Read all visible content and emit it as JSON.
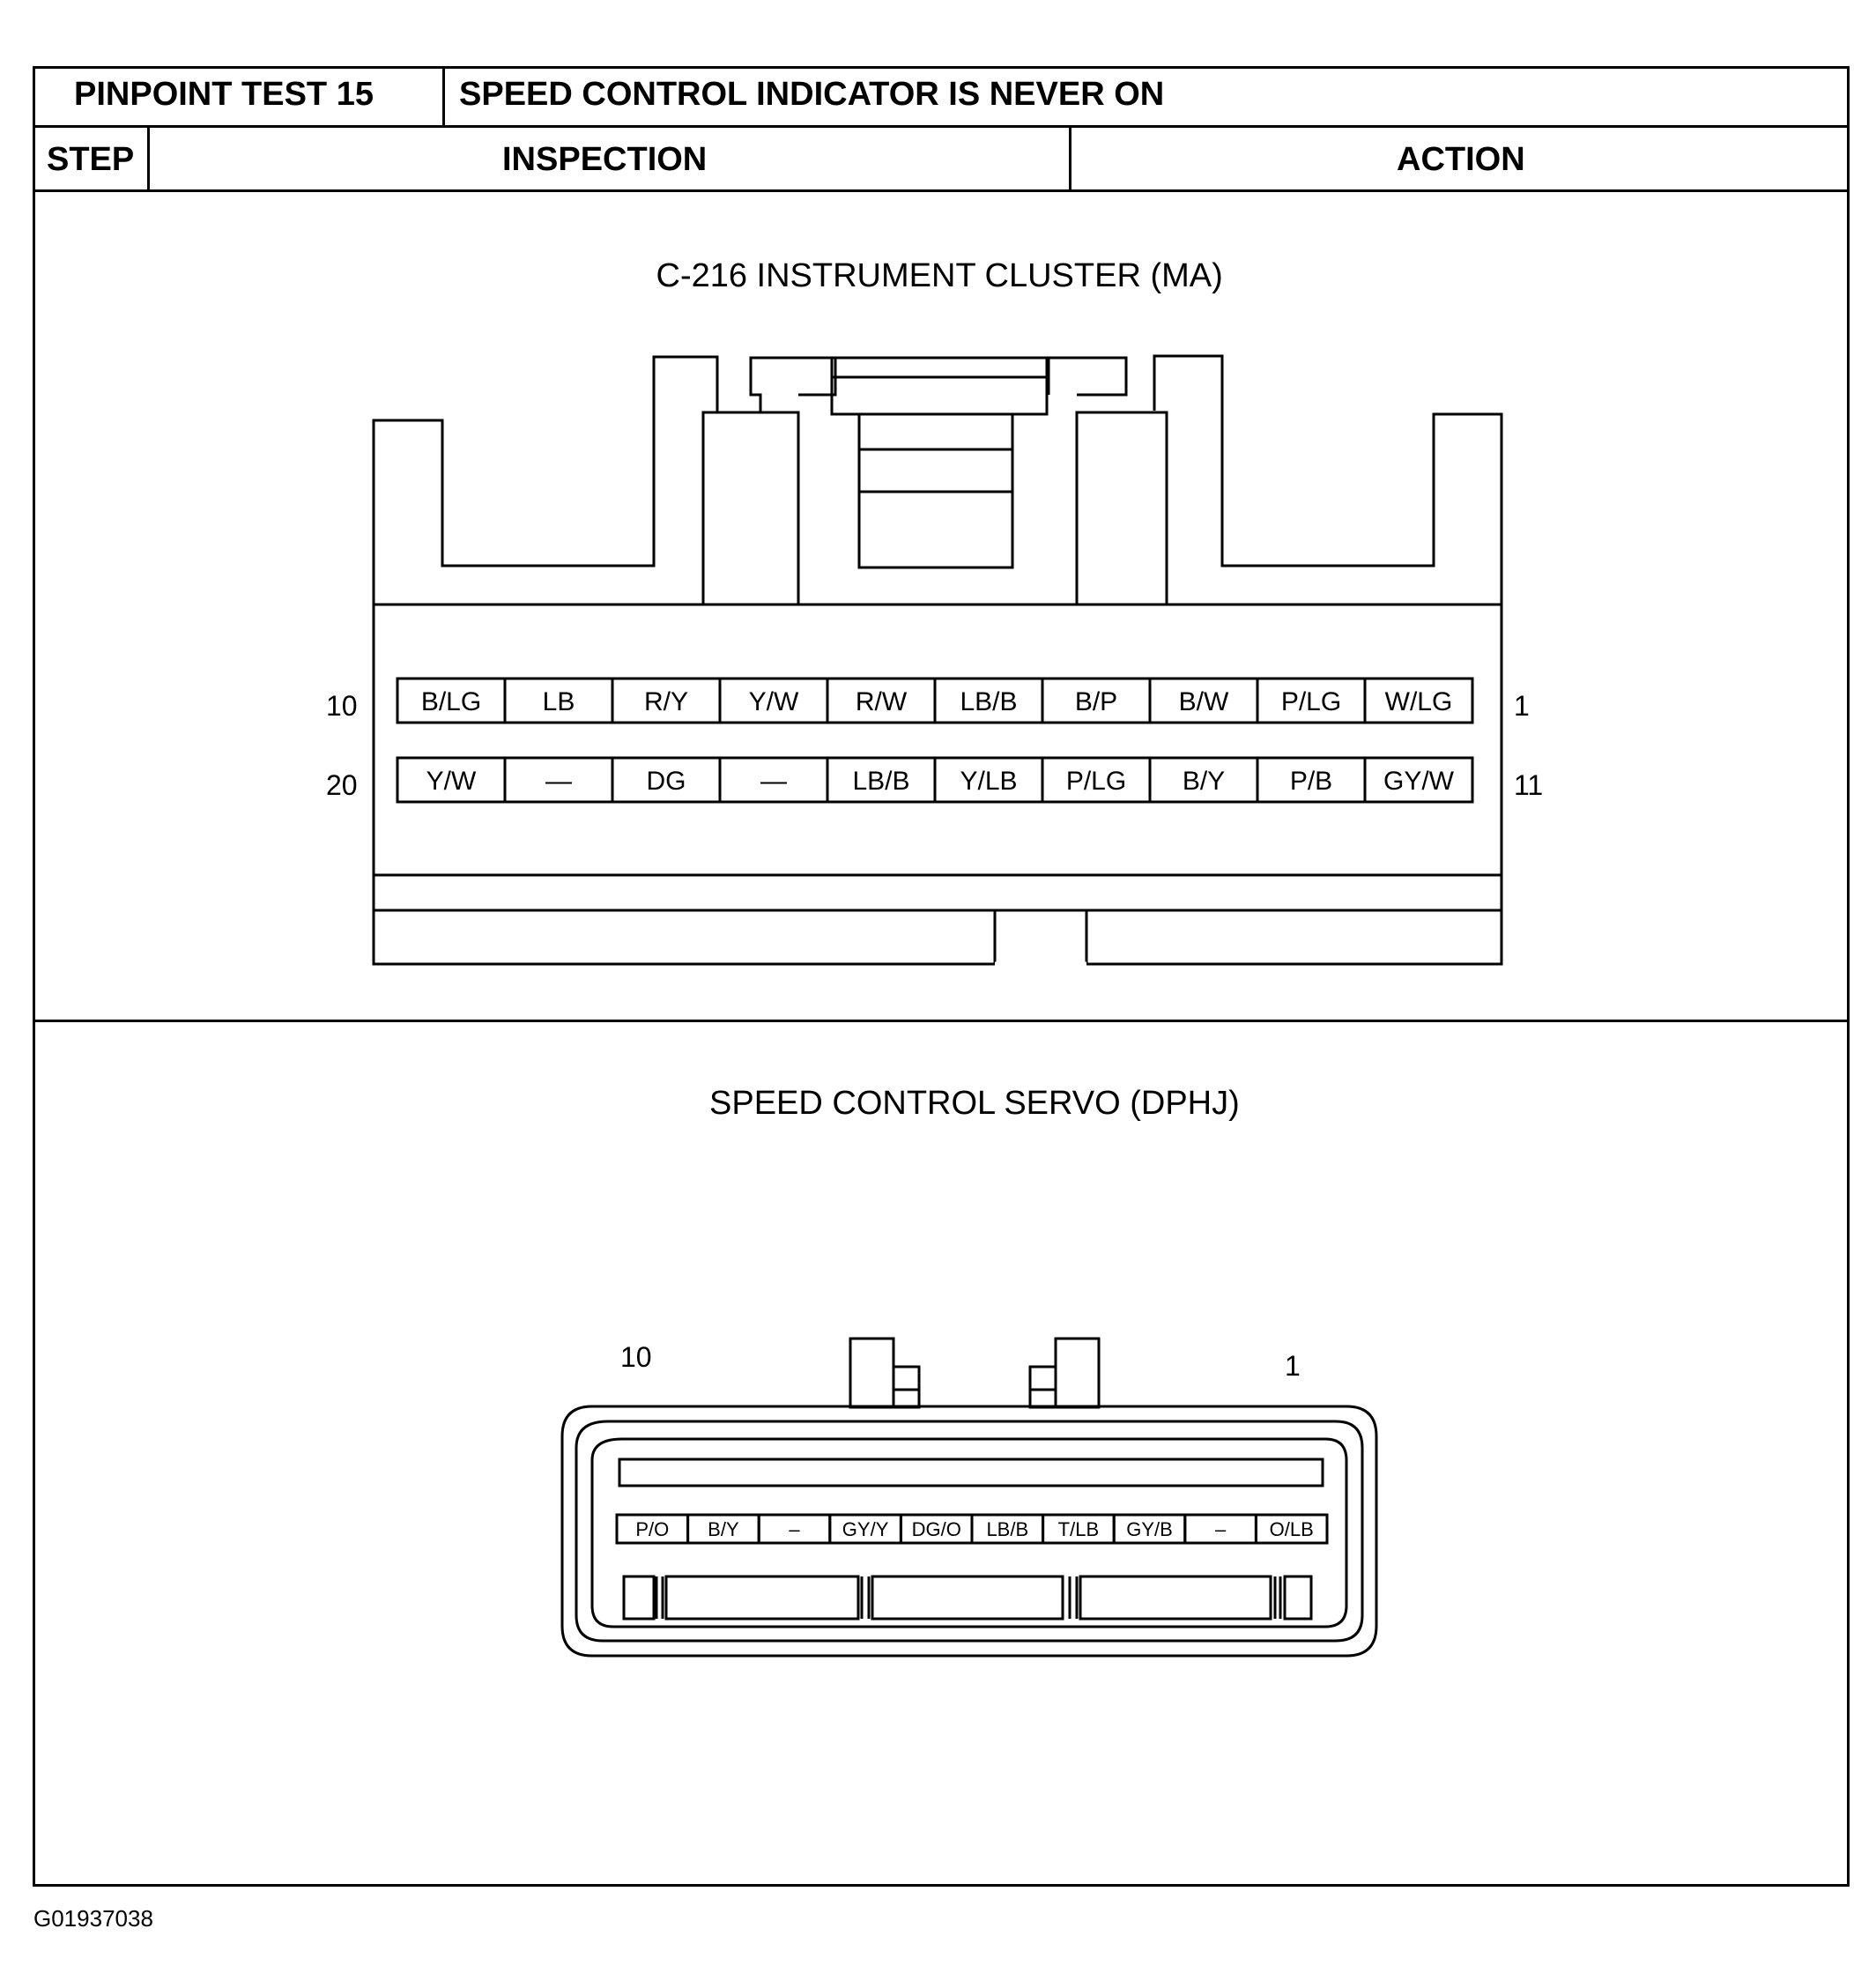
{
  "header": {
    "test_label": "PINPOINT TEST 15",
    "test_title": "SPEED CONTROL INDICATOR IS NEVER ON",
    "col_step": "STEP",
    "col_inspection": "INSPECTION",
    "col_action": "ACTION"
  },
  "cluster": {
    "title": "C-216 INSTRUMENT CLUSTER (MA)",
    "row1_left_pin": "10",
    "row1_right_pin": "1",
    "row2_left_pin": "20",
    "row2_right_pin": "11",
    "row1": [
      "B/LG",
      "LB",
      "R/Y",
      "Y/W",
      "R/W",
      "LB/B",
      "B/P",
      "B/W",
      "P/LG",
      "W/LG"
    ],
    "row2": [
      "Y/W",
      "—",
      "DG",
      "—",
      "LB/B",
      "Y/LB",
      "P/LG",
      "B/Y",
      "P/B",
      "GY/W"
    ]
  },
  "servo": {
    "title": "SPEED CONTROL SERVO (DPHJ)",
    "left_pin": "10",
    "right_pin": "1",
    "pins": [
      "P/O",
      "B/Y",
      "–",
      "GY/Y",
      "DG/O",
      "LB/B",
      "T/LB",
      "GY/B",
      "–",
      "O/LB"
    ]
  },
  "footer_code": "G01937038"
}
